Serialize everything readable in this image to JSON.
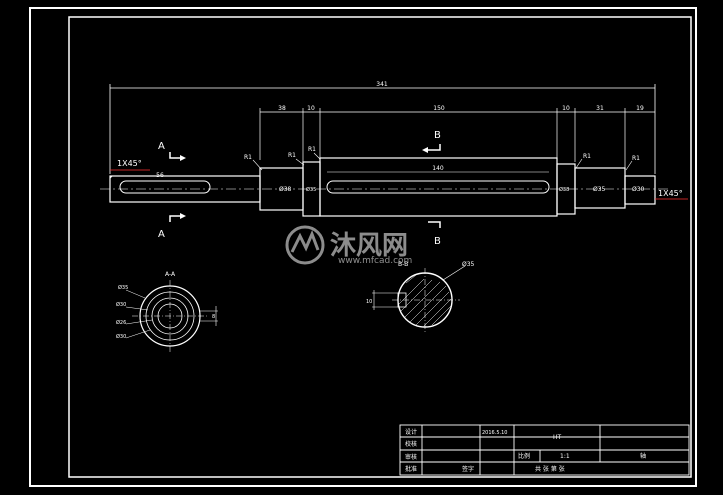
{
  "dimensions": {
    "overall": "341",
    "d1": "38",
    "d2": "10",
    "d3": "150",
    "d4": "10",
    "d5": "31",
    "d6": "19",
    "keyway_left": "56",
    "keyway_mid": "140"
  },
  "diameters": {
    "d_left": "Ø35",
    "d_shoulder_l": "Ø38",
    "d_mid_r": "Ø38",
    "d_right1": "Ø35",
    "d_right2": "Ø30"
  },
  "chamfers": {
    "left": "1X45°",
    "right": "1X45°"
  },
  "fillet_labels": [
    "R1",
    "R1",
    "R1",
    "R1",
    "R1"
  ],
  "section_labels": {
    "a_top": "A",
    "a_bottom": "A",
    "b_top": "B",
    "b_bottom": "B",
    "aa_view": "A-A",
    "bb_view": "B-B"
  },
  "section_a": {
    "labels": [
      "Ø35",
      "Ø30",
      "Ø26",
      "Ø30"
    ],
    "side_dim": "8"
  },
  "section_b": {
    "diameter": "Ø35",
    "side_dim": "10"
  },
  "watermark": {
    "brand": "沐风网",
    "url": "www.mfcad.com"
  },
  "title_block": {
    "rows": [
      "设计",
      "校核",
      "审核",
      "批准"
    ],
    "date": "2016.5.10",
    "material": "HT",
    "scale_label": "比例",
    "scale_value": "1:1",
    "part_name": "轴",
    "sheet_text": "共 张 第 张",
    "extra_label": "签字"
  }
}
